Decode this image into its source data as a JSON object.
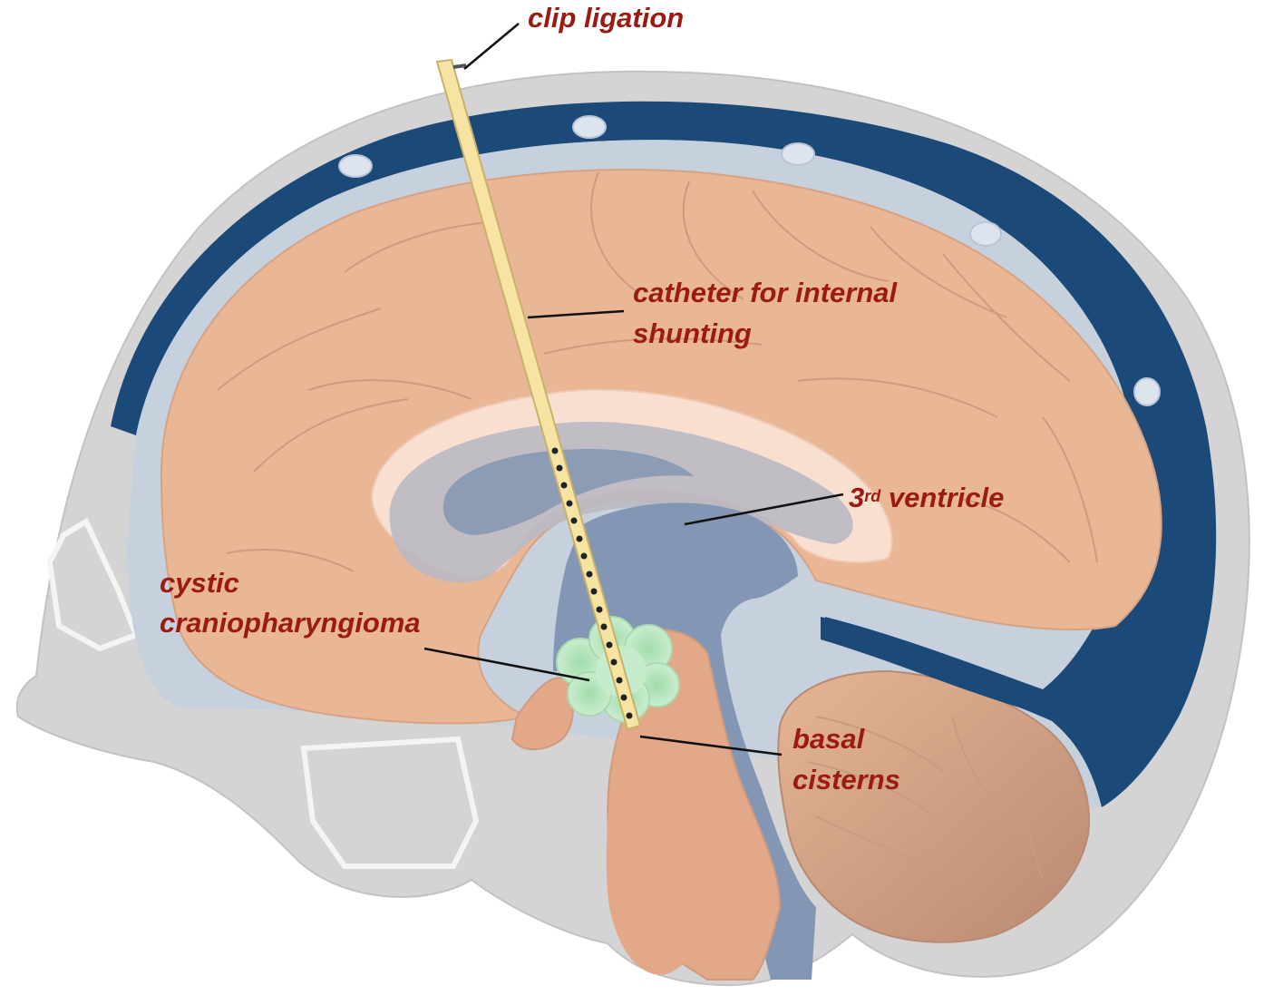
{
  "labels": {
    "clip_ligation": "clip ligation",
    "catheter_line1": "catheter for internal",
    "catheter_line2": "shunting",
    "third_ventricle_num": "3",
    "third_ventricle_sup": "rd",
    "third_ventricle_rest": " ventricle",
    "cystic_line1": "cystic",
    "cystic_line2": "craniopharyngioma",
    "basal_line1": "basal",
    "basal_line2": "cisterns"
  },
  "colors": {
    "label_text": "#9b1a12",
    "skull": "#d4d4d4",
    "skull_outline": "#f2f2f2",
    "sinus_dark_blue": "#1c4a78",
    "csf_light": "#c7d0dd",
    "brain": "#e9b696",
    "brain_fold_line": "#cf9b7c",
    "ventricle": "#8397b4",
    "corpus_callosum": "#f8dfd0",
    "catheter": "#f7e3a2",
    "tumor": "#bfe8c4",
    "granulation": "#dde4ee"
  }
}
